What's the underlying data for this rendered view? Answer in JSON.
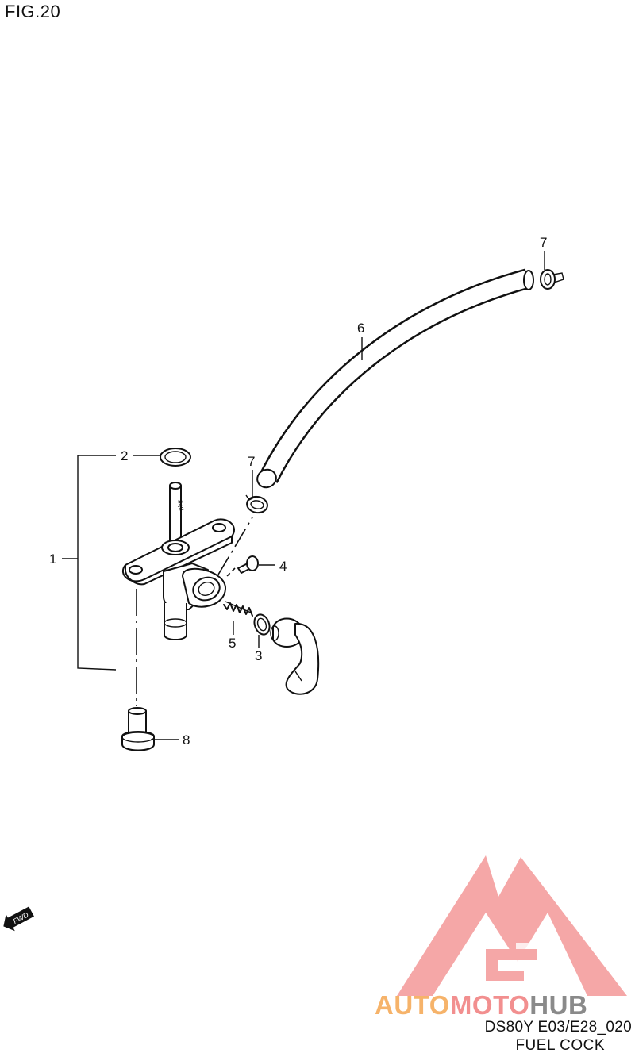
{
  "figure_label": "FIG.20",
  "callouts": {
    "c1": "1",
    "c2": "2",
    "c3": "3",
    "c4": "4",
    "c5": "5",
    "c6": "6",
    "c7a": "7",
    "c7b": "7",
    "c8": "8"
  },
  "fwd_label": "FWD",
  "watermark": {
    "part1": "AUTO",
    "part2": "MOTO",
    "part3": "HUB"
  },
  "footer": {
    "code": "DS80Y E03/E28_020",
    "title": "FUEL COCK"
  },
  "colors": {
    "logo_red": "#f28a8a",
    "logo_orange": "#f6b36a",
    "logo_gray": "#8a8a8a",
    "line": "#111111"
  }
}
